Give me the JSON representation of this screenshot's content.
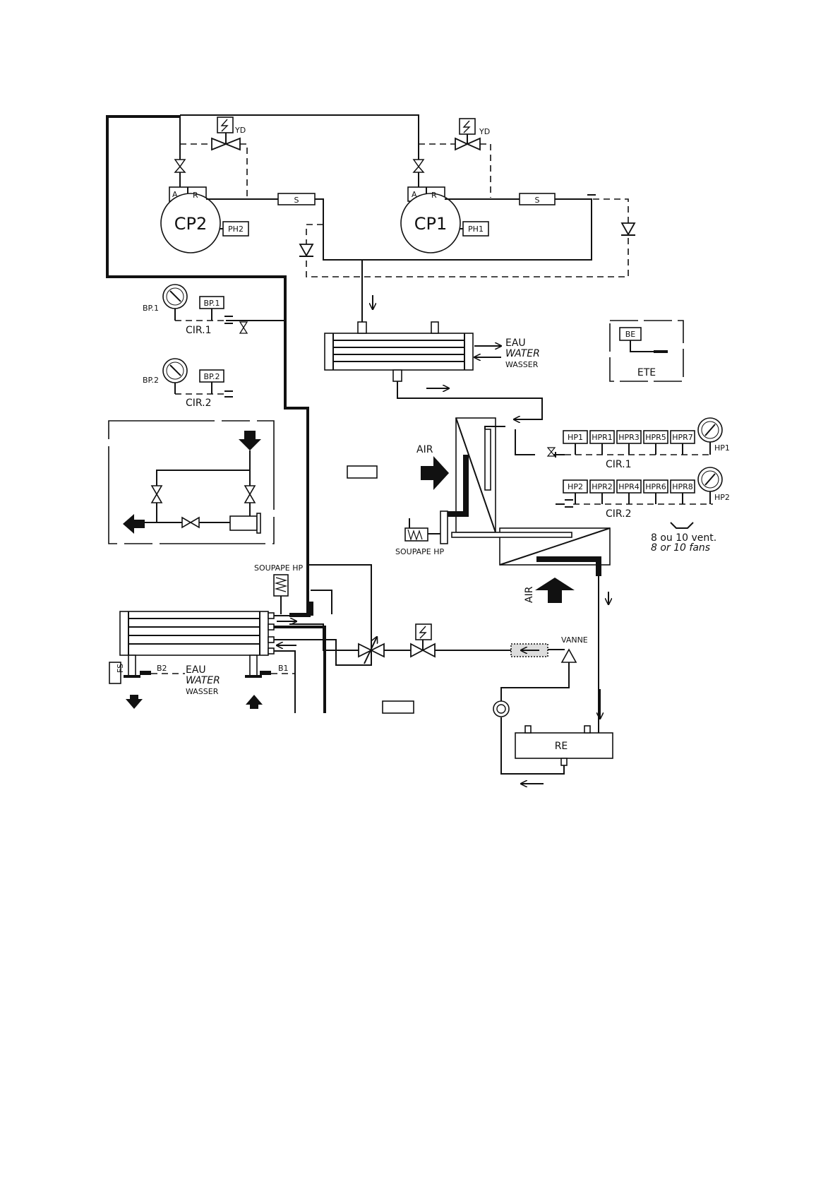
{
  "compressors": {
    "cp2": "CP2",
    "cp1": "CP1",
    "a": "A",
    "r": "R",
    "ph2": "PH2",
    "ph1": "PH1",
    "s": "S",
    "yd": "YD"
  },
  "gauges": {
    "bp1": "BP.1",
    "bp2": "BP.2",
    "hp1": "HP1",
    "hp2": "HP2"
  },
  "circuits": {
    "cir1": "CIR.1",
    "cir2": "CIR.2"
  },
  "pressostats_cir1": [
    "HP1",
    "HPR1",
    "HPR3",
    "HPR5",
    "HPR7"
  ],
  "pressostats_cir2": [
    "HP2",
    "HPR2",
    "HPR4",
    "HPR6",
    "HPR8"
  ],
  "water": {
    "eau": "EAU",
    "water": "WATER",
    "wasser": "WASSER"
  },
  "misc": {
    "be": "BE",
    "ete": "ETE",
    "air": "AIR",
    "soupape": "SOUPAPE HP",
    "vanne": "VANNE",
    "re": "RE",
    "fs": "FS",
    "b1": "B1",
    "b2": "B2",
    "fans_fr": "8 ou 10 vent.",
    "fans_en": "8 or 10 fans"
  }
}
